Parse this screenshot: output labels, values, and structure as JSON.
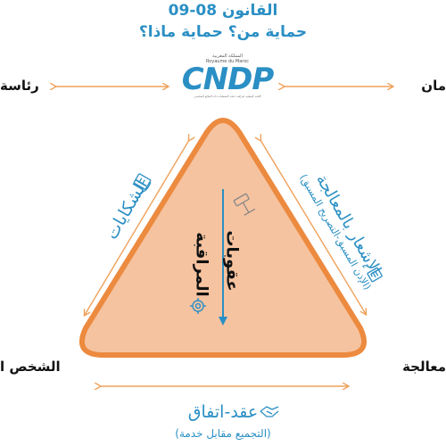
{
  "header": {
    "title": "القانون 08-09",
    "subtitle": "حماية من؟ حماية ماذا؟"
  },
  "logo": {
    "arabic_line": "المملكة المغربية",
    "kingdom_line": "Royaume du Maroc",
    "name": "CNDP",
    "tagline": "اللجنة الوطنية لمراقبة حماية المعطيات ذات الطابع الشخصي"
  },
  "corners": {
    "top_left": "رئاسة",
    "top_right": "مان",
    "bottom_left": "الشخص ا",
    "bottom_right": "معالجة"
  },
  "sides": {
    "left_label": "الشكايات",
    "right_label": "الإشعار بالمعالجة",
    "right_sub": "(الإذن المسبق-التصريح المسبق)"
  },
  "inner": {
    "line1": "عقوبات",
    "line2": "المراقبة"
  },
  "bottom": {
    "label": "عقد-اتفاق",
    "sub": "(التجميع مقابل خدمة)"
  },
  "colors": {
    "accent": "#2a8fc4",
    "triangle_fill": "#f6c3a0",
    "triangle_stroke": "#ec8a3f",
    "arrow": "#f0a15b"
  },
  "icons": {
    "top_left_arrow": "double-arrow-icon",
    "left": "hand-document-icon",
    "right": "document-icon",
    "inner_top": "gavel-icon",
    "inner_bottom": "gear-icon",
    "bottom": "handshake-icon"
  }
}
